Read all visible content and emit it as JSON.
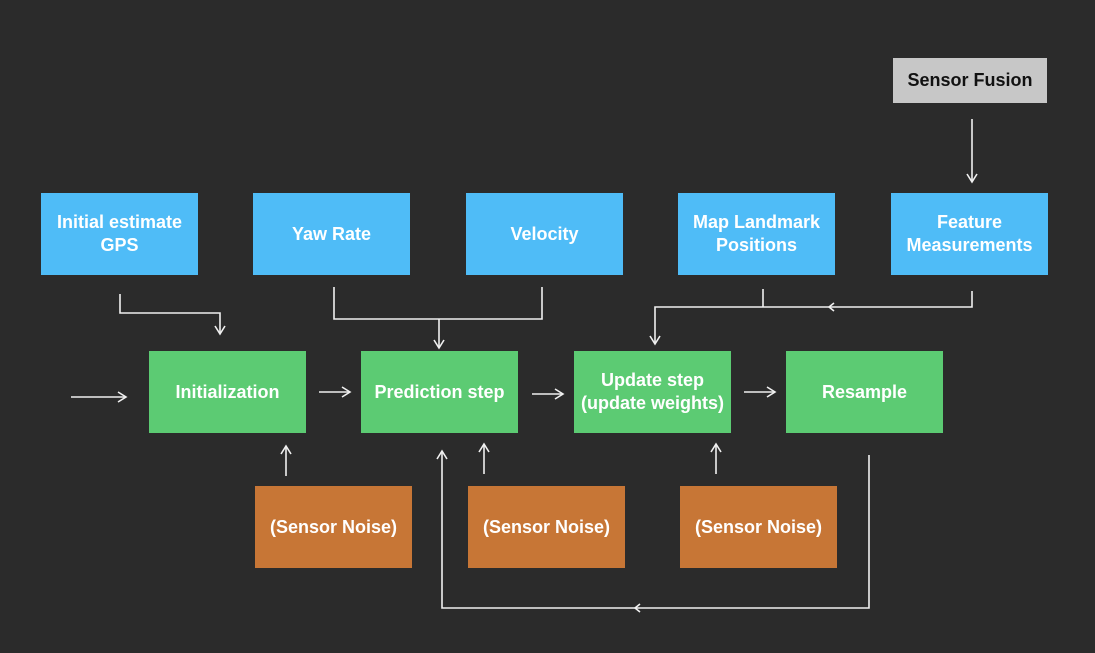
{
  "diagram": {
    "nodes": {
      "sensor_fusion": "Sensor Fusion",
      "initial_estimate": "Initial estimate\nGPS",
      "yaw_rate": "Yaw Rate",
      "velocity": "Velocity",
      "map_landmarks": "Map Landmark\nPositions",
      "feature_measurements": "Feature\nMeasurements",
      "initialization": "Initialization",
      "prediction": "Prediction step",
      "update": "Update step\n(update weights)",
      "resample": "Resample",
      "noise_1": "(Sensor  Noise)",
      "noise_2": "(Sensor  Noise)",
      "noise_3": "(Sensor  Noise)"
    },
    "colors": {
      "background": "#2b2b2b",
      "input_box": "#4fbcf7",
      "process_box": "#5ccb73",
      "noise_box": "#c77636",
      "header_box": "#c7c7c7",
      "arrow": "#f0f0f0"
    }
  }
}
